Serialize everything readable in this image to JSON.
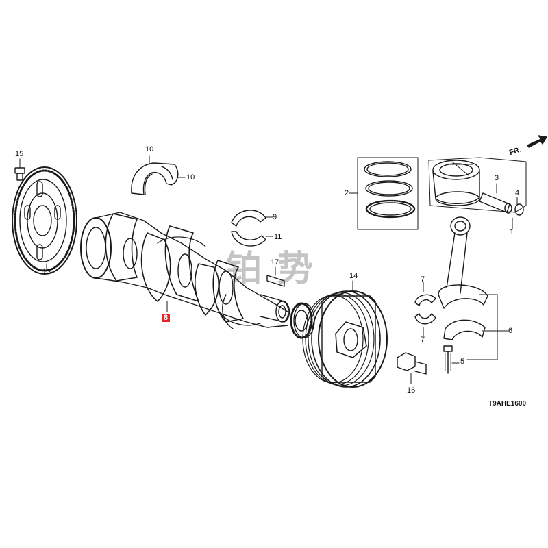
{
  "diagram_code": "T9AHE1600",
  "direction_label": "FR.",
  "watermark": [
    "铂",
    "势"
  ],
  "callouts": {
    "p1": "1",
    "p2": "2",
    "p3": "3",
    "p4": "4",
    "p5": "5",
    "p6": "6",
    "p7a": "7",
    "p7b": "7",
    "p8": "8",
    "p9": "9",
    "p10a": "10",
    "p10b": "10",
    "p11": "11",
    "p13": "13",
    "p14": "14",
    "p15": "15",
    "p16": "16",
    "p17": "17"
  },
  "highlight_color": "#e8242b"
}
